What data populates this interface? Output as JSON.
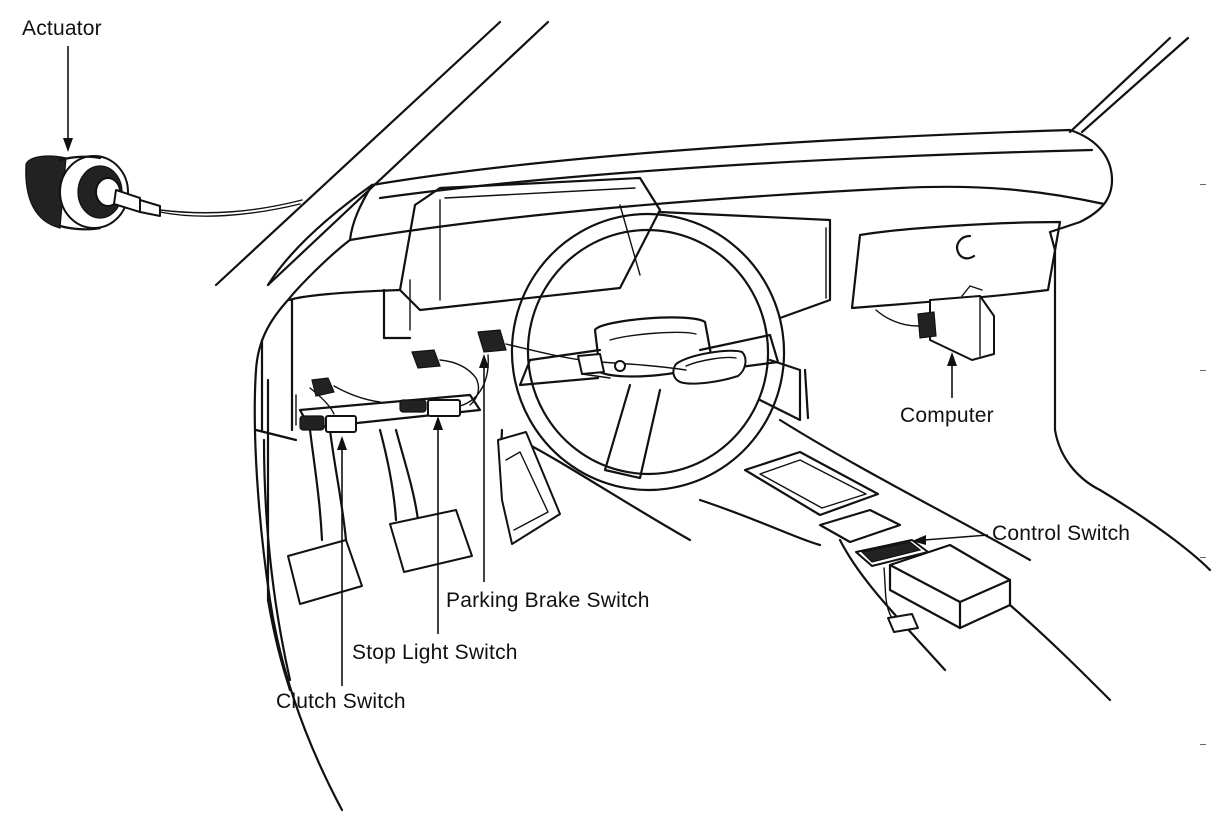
{
  "labels": {
    "actuator": "Actuator",
    "computer": "Computer",
    "control_switch": "Control Switch",
    "parking_brake_switch": "Parking Brake Switch",
    "stop_light_switch": "Stop Light Switch",
    "clutch_switch": "Clutch Switch"
  },
  "colors": {
    "line": "#111111",
    "background": "#ffffff"
  }
}
